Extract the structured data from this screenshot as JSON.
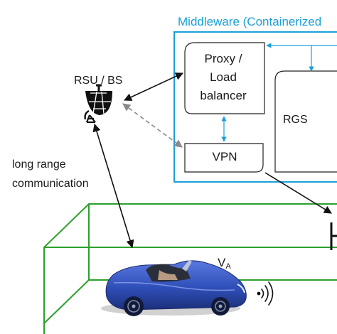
{
  "middleware": {
    "title": "Middleware (Containerized",
    "accent_color": "#1aa0d8"
  },
  "proxy": {
    "line1": "Proxy /",
    "line2": "Load",
    "line3": "balancer"
  },
  "rgs": {
    "label": "RGS"
  },
  "vpn": {
    "label": "VPN"
  },
  "rsu": {
    "label": "RSU / BS",
    "icon": "satellite-dish-icon"
  },
  "communication": {
    "line1": "long range",
    "line2": "communication"
  },
  "vehicle": {
    "label": "V",
    "subscript": "A",
    "icon": "blue-roadster-car",
    "color": "#2f4fb8"
  },
  "environment": {
    "box_color": "#2ca02c"
  },
  "connectors": {
    "solid": "#111111",
    "dashed": "#8a8a8a",
    "internal": "#1aa0d8"
  }
}
